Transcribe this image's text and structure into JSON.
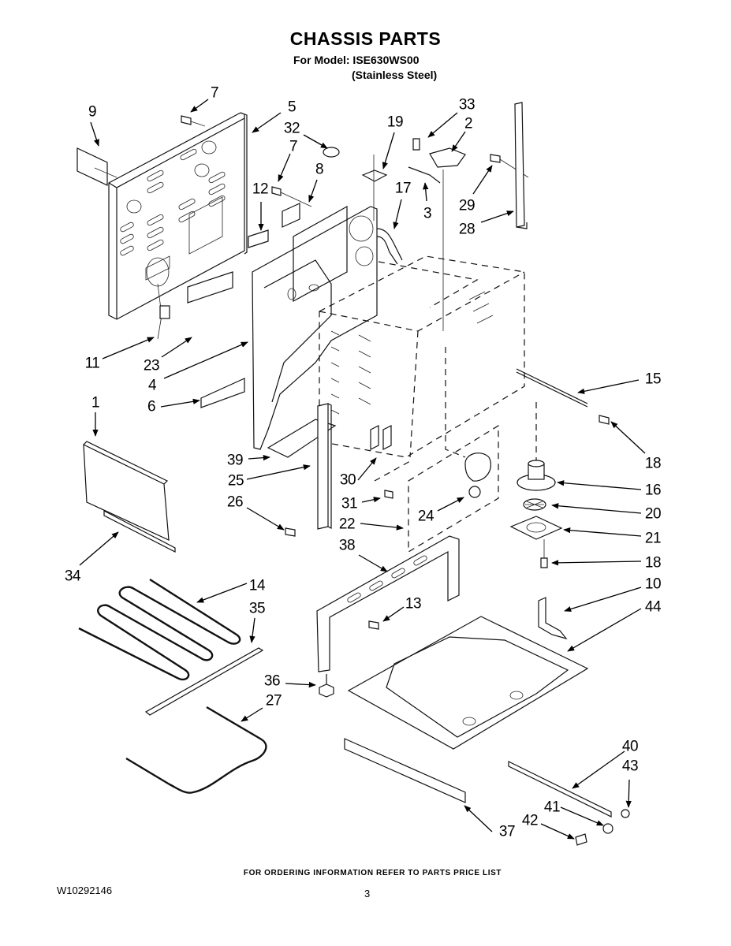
{
  "header": {
    "title": "CHASSIS PARTS",
    "model_line": "For Model: ISE630WS00",
    "finish_line": "(Stainless Steel)"
  },
  "footer": {
    "ordering_note": "FOR ORDERING INFORMATION REFER TO PARTS PRICE LIST",
    "document_number": "W10292146",
    "page_number": "3"
  },
  "callouts": [
    {
      "id": "c7a",
      "label": "7"
    },
    {
      "id": "c9",
      "label": "9"
    },
    {
      "id": "c5",
      "label": "5"
    },
    {
      "id": "c32",
      "label": "32"
    },
    {
      "id": "c7b",
      "label": "7"
    },
    {
      "id": "c8",
      "label": "8"
    },
    {
      "id": "c12",
      "label": "12"
    },
    {
      "id": "c19",
      "label": "19"
    },
    {
      "id": "c17",
      "label": "17"
    },
    {
      "id": "c33",
      "label": "33"
    },
    {
      "id": "c2",
      "label": "2"
    },
    {
      "id": "c3",
      "label": "3"
    },
    {
      "id": "c29",
      "label": "29"
    },
    {
      "id": "c28",
      "label": "28"
    },
    {
      "id": "c11",
      "label": "11"
    },
    {
      "id": "c23",
      "label": "23"
    },
    {
      "id": "c4",
      "label": "4"
    },
    {
      "id": "c6",
      "label": "6"
    },
    {
      "id": "c1",
      "label": "1"
    },
    {
      "id": "c15",
      "label": "15"
    },
    {
      "id": "c18a",
      "label": "18"
    },
    {
      "id": "c39",
      "label": "39"
    },
    {
      "id": "c25",
      "label": "25"
    },
    {
      "id": "c30",
      "label": "30"
    },
    {
      "id": "c16",
      "label": "16"
    },
    {
      "id": "c26",
      "label": "26"
    },
    {
      "id": "c31",
      "label": "31"
    },
    {
      "id": "c24",
      "label": "24"
    },
    {
      "id": "c20",
      "label": "20"
    },
    {
      "id": "c22",
      "label": "22"
    },
    {
      "id": "c21",
      "label": "21"
    },
    {
      "id": "c38",
      "label": "38"
    },
    {
      "id": "c34",
      "label": "34"
    },
    {
      "id": "c18b",
      "label": "18"
    },
    {
      "id": "c14",
      "label": "14"
    },
    {
      "id": "c10",
      "label": "10"
    },
    {
      "id": "c35",
      "label": "35"
    },
    {
      "id": "c13",
      "label": "13"
    },
    {
      "id": "c44",
      "label": "44"
    },
    {
      "id": "c36",
      "label": "36"
    },
    {
      "id": "c27",
      "label": "27"
    },
    {
      "id": "c40",
      "label": "40"
    },
    {
      "id": "c43",
      "label": "43"
    },
    {
      "id": "c41",
      "label": "41"
    },
    {
      "id": "c42",
      "label": "42"
    },
    {
      "id": "c37",
      "label": "37"
    }
  ]
}
